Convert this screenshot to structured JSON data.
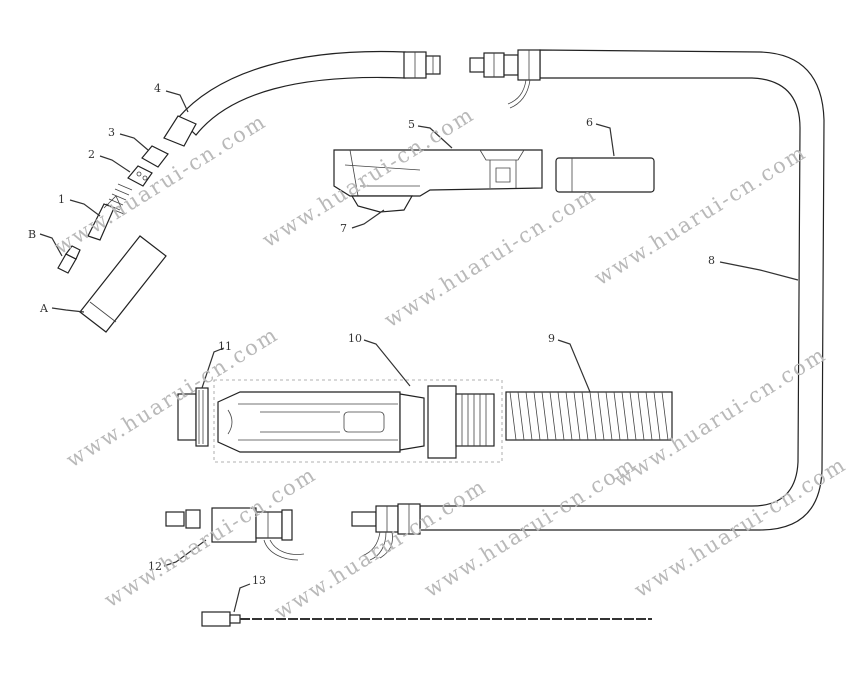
{
  "watermark": "www.huarui-cn.com",
  "labels": {
    "A": "A",
    "B": "B",
    "n1": "1",
    "n2": "2",
    "n3": "3",
    "n4": "4",
    "n5": "5",
    "n6": "6",
    "n7": "7",
    "n8": "8",
    "n9": "9",
    "n10": "10",
    "n11": "11",
    "n12": "12",
    "n13": "13"
  }
}
